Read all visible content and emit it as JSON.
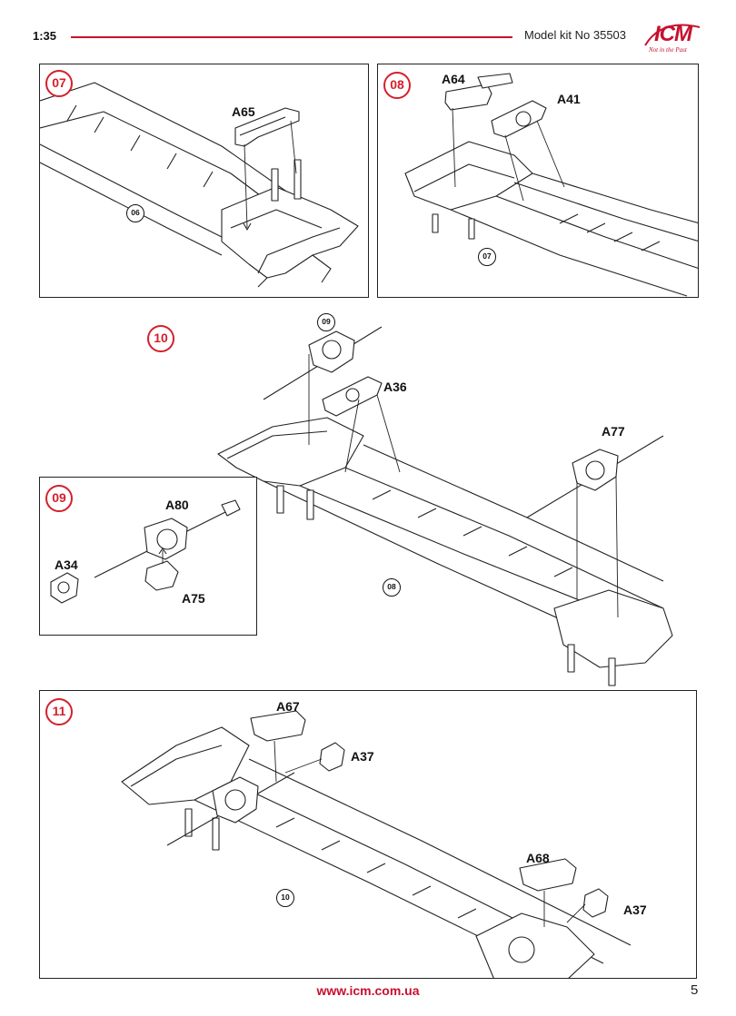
{
  "header": {
    "scale": "1:35",
    "kit": "Model kit No 35503",
    "logo": "ICM",
    "logo_tagline": "Not in the Past"
  },
  "colors": {
    "accent": "#c8102e",
    "badge": "#d4202c"
  },
  "steps": [
    {
      "number": "07",
      "ref": "06",
      "parts": [
        "A65"
      ]
    },
    {
      "number": "08",
      "ref": "07",
      "parts": [
        "A64",
        "A41"
      ]
    },
    {
      "number": "10",
      "ref": "08",
      "sub_ref": "09",
      "parts": [
        "A36",
        "A77"
      ]
    },
    {
      "number": "09",
      "parts": [
        "A80",
        "A34",
        "A75"
      ]
    },
    {
      "number": "11",
      "ref": "10",
      "parts": [
        "A67",
        "A37",
        "A68",
        "A37"
      ]
    }
  ],
  "footer": {
    "url": "www.icm.com.ua",
    "page": "5"
  }
}
